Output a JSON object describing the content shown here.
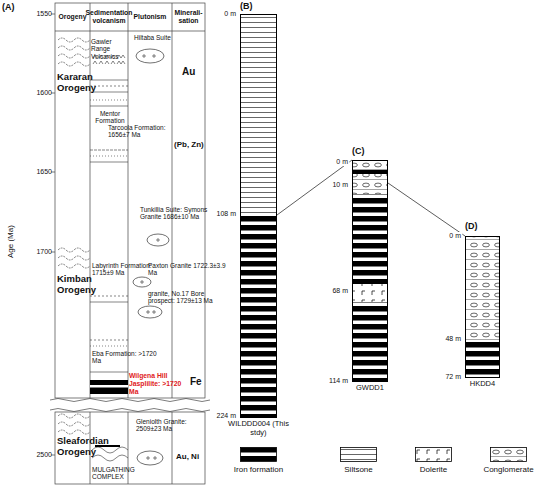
{
  "diagram": {
    "nodes": [
      {
        "text": [
          "Orogeny"
        ]
      },
      {
        "text": [
          "Sedimentation volcanism"
        ]
      },
      {
        "text": [
          "Plutonism"
        ]
      },
      {
        "text": [
          "Minerali- sation"
        ]
      },
      {
        "text": [
          "WILDDD004 (This stdy)"
        ]
      },
      {
        "text": [
          "GWDD1"
        ]
      },
      {
        "text": [
          "HKDD4"
        ]
      }
    ],
    "edges": [
      {
        "from": 4,
        "to": 5,
        "arrow": "none"
      },
      {
        "from": 5,
        "to": 6,
        "arrow": "none"
      }
    ],
    "labels": [
      "(A)",
      "(B)",
      "(C)",
      "(D)",
      "1550",
      "1600",
      "1650",
      "1700",
      "2500",
      "Age (Ma)",
      "Kararan Orogeny",
      "Hiltaba Suite",
      "Gawler Range Volcanics",
      "Au",
      "Mentor Formation",
      "Tarcoola Formation: 1656±7 Ma",
      "(Pb, Zn)",
      "Tunkillia Suite: Symons Granite 1686±10 Ma",
      "Kimban Orogeny",
      "Labyrinth Formation: 1715±9 Ma",
      "Paxton Granite 1722.3±3.9 Ma",
      "granite, No.17 Bore prospect: 1729±13 Ma",
      "Eba Formation: >1720 Ma",
      "Fe",
      "Wilgena Hill Jasplilite: >1720 Ma",
      "Sleafordian Orogeny",
      "Gleniolth Granite: 2509±23 Ma",
      "Au, Ni",
      "MULGATHING COMPLEX",
      "0 m",
      "108 m",
      "224 m",
      "0 m",
      "10 m",
      "68 m",
      "114 m",
      "0 m",
      "48 m",
      "72 m"
    ],
    "legend": [
      {
        "text": "Iron formation"
      },
      {
        "text": "Siltsone"
      },
      {
        "text": "Dolerite"
      },
      {
        "text": "Conglomerate"
      }
    ]
  }
}
